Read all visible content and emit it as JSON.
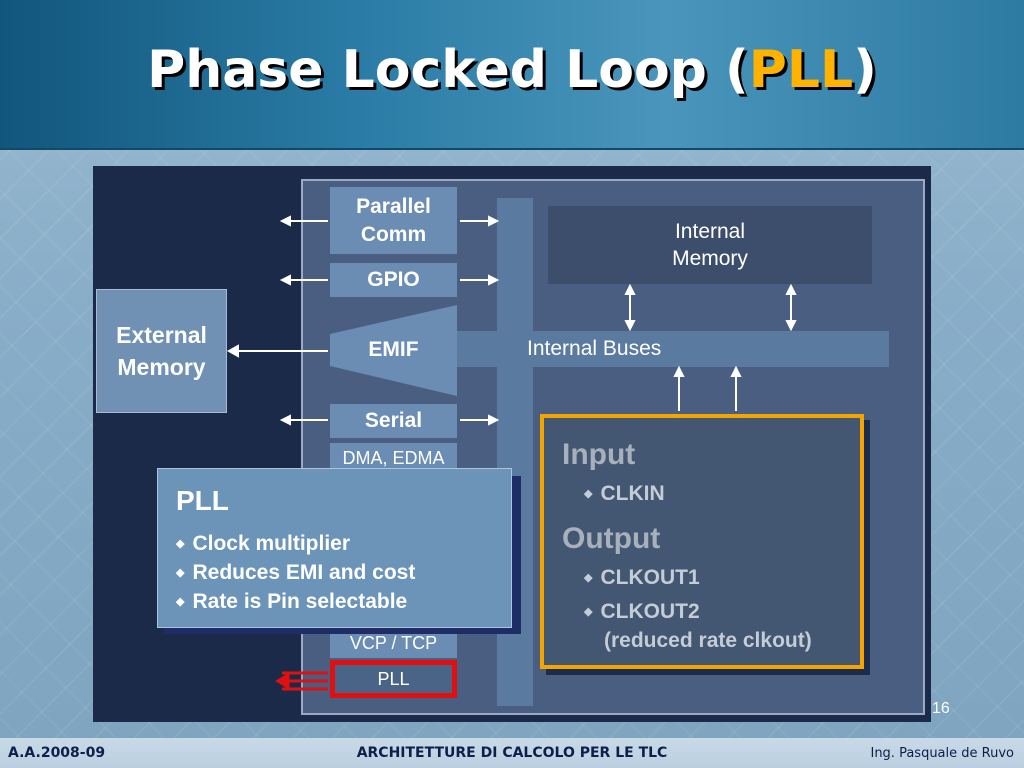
{
  "slide": {
    "title_main": "Phase Locked Loop",
    "title_open": " (",
    "title_highlight": "PLL",
    "title_close": ")",
    "page_number": "16"
  },
  "diagram": {
    "external_memory": [
      "External",
      "Memory"
    ],
    "parallel_comm": [
      "Parallel",
      "Comm"
    ],
    "gpio": "GPIO",
    "emif": "EMIF",
    "serial": "Serial",
    "dma": "DMA, EDMA",
    "vcp_tcp": "VCP / TCP",
    "pll_block": "PLL",
    "internal_memory": [
      "Internal",
      "Memory"
    ],
    "internal_buses": "Internal Buses"
  },
  "pll_callout": {
    "heading": "PLL",
    "bullets": [
      "Clock multiplier",
      "Reduces EMI and cost",
      "Rate is Pin selectable"
    ]
  },
  "io_box": {
    "input_heading": "Input",
    "input_items": [
      "CLKIN"
    ],
    "output_heading": "Output",
    "output_items": [
      "CLKOUT1",
      "CLKOUT2"
    ],
    "output_note": "(reduced rate clkout)"
  },
  "footer": {
    "left": "A.A.2008-09",
    "center": "ARCHITETTURE DI CALCOLO PER LE TLC",
    "right": "Ing. Pasquale de Ruvo"
  },
  "colors": {
    "title_highlight": "#ffb300",
    "io_border": "#f5a500",
    "pll_select_border": "#e01010"
  }
}
